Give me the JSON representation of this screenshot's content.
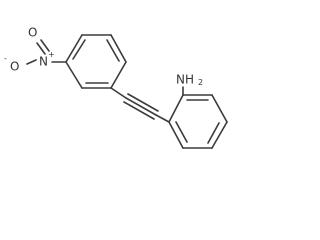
{
  "molecule": {
    "atoms": {
      "oxygen_top": "O",
      "nitrogen_nitro": "N",
      "oxygen_left": "O",
      "amine": "NH",
      "amine_h_count": "2"
    },
    "charges": {
      "nitrogen_plus": "+",
      "oxygen_minus": "-"
    }
  },
  "colors": {
    "bond": "#3b3b3b",
    "label": "#333333",
    "background": "#ffffff"
  }
}
